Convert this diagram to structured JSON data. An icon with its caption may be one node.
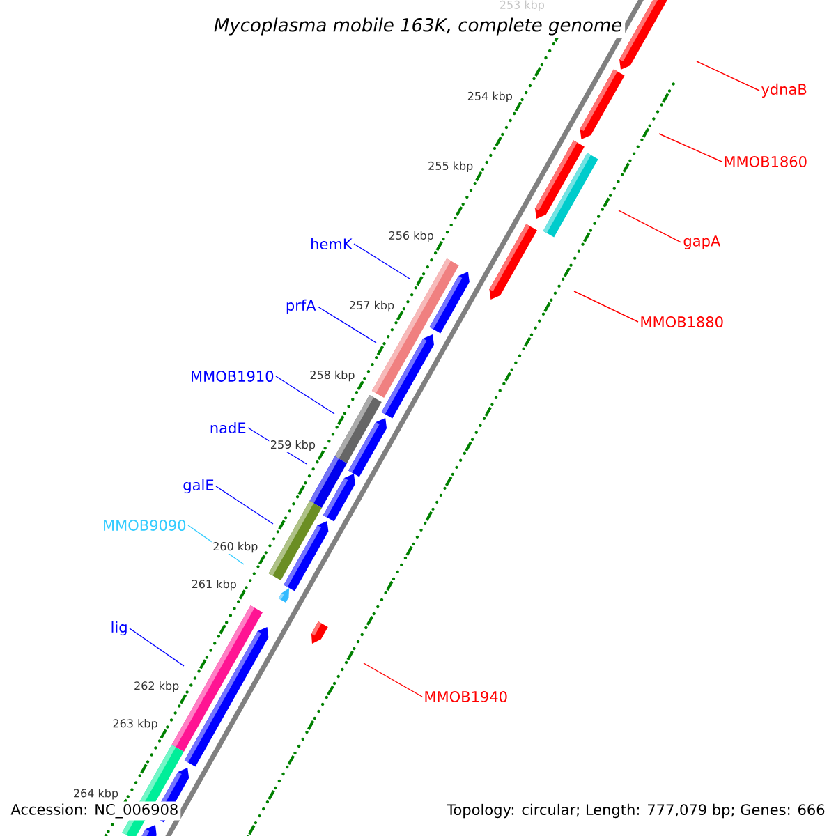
{
  "diagram": {
    "title": "Mycoplasma mobile 163K, complete genome",
    "nodes": [
      {
        "text": [
          "ydnaB"
        ]
      },
      {
        "text": [
          "MMOB1860"
        ]
      },
      {
        "text": [
          "gapA"
        ]
      },
      {
        "text": [
          "hemK"
        ]
      },
      {
        "text": [
          "MMOB1880"
        ]
      },
      {
        "text": [
          "prfA"
        ]
      },
      {
        "text": [
          "MMOB1910"
        ]
      },
      {
        "text": [
          "nadE"
        ]
      },
      {
        "text": [
          "galE"
        ]
      },
      {
        "text": [
          "MMOB9090"
        ]
      },
      {
        "text": [
          "lig"
        ]
      },
      {
        "text": [
          "MMOB1940"
        ]
      }
    ],
    "edges": [
      {
        "from": 0,
        "to": null,
        "arrow": "none",
        "color": "#ff0000"
      },
      {
        "from": 1,
        "to": null,
        "arrow": "none",
        "color": "#ff0000"
      },
      {
        "from": 2,
        "to": null,
        "arrow": "none",
        "color": "#ff0000"
      },
      {
        "from": 3,
        "to": null,
        "arrow": "none",
        "color": "#0000ff"
      },
      {
        "from": 4,
        "to": null,
        "arrow": "none",
        "color": "#ff0000"
      },
      {
        "from": 5,
        "to": null,
        "arrow": "none",
        "color": "#0000ff"
      },
      {
        "from": 6,
        "to": null,
        "arrow": "none",
        "color": "#0000ff"
      },
      {
        "from": 7,
        "to": null,
        "arrow": "none",
        "color": "#0000ff"
      },
      {
        "from": 8,
        "to": null,
        "arrow": "none",
        "color": "#0000ff"
      },
      {
        "from": 9,
        "to": null,
        "arrow": "none",
        "color": "#33ccff"
      },
      {
        "from": 10,
        "to": null,
        "arrow": "none",
        "color": "#0000ff"
      },
      {
        "from": 11,
        "to": null,
        "arrow": "none",
        "color": "#ff0000"
      }
    ],
    "labels": [
      "253 kbp",
      "254 kbp",
      "255 kbp",
      "256 kbp",
      "257 kbp",
      "258 kbp",
      "259 kbp",
      "260 kbp",
      "261 kbp",
      "262 kbp",
      "263 kbp",
      "264 kbp",
      "Accession: NC_006908",
      "Topology: circular; Length: 777,079 bp; Genes: 666"
    ]
  }
}
